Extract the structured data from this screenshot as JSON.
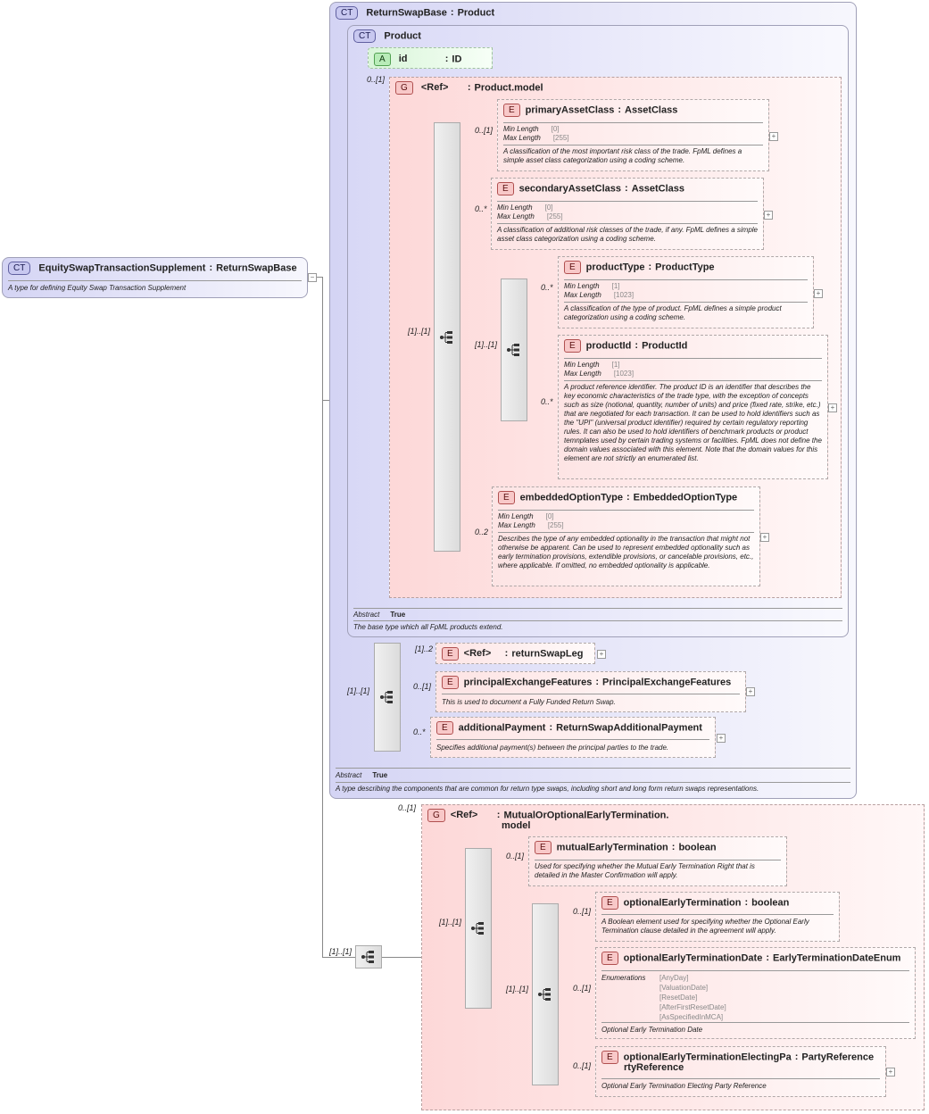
{
  "root": {
    "tag": "CT",
    "name": "EquitySwapTransactionSupplement",
    "type": "ReturnSwapBase",
    "description": "A type for defining Equity Swap Transaction Supplement"
  },
  "returnSwapBase": {
    "tag": "CT",
    "name": "ReturnSwapBase",
    "type": "Product",
    "abstract_label": "Abstract",
    "abstract_value": "True",
    "description": "A type describing the components that are common for return type swaps, including short and long form return swaps representations."
  },
  "product": {
    "tag": "CT",
    "name": "Product",
    "abstract_label": "Abstract",
    "abstract_value": "True",
    "description": "The base type which all FpML products extend."
  },
  "idAttr": {
    "tag": "A",
    "name": "id",
    "type": "ID"
  },
  "productModel": {
    "tag": "G",
    "name": "<Ref>",
    "type": "Product.model",
    "card": "0..[1]"
  },
  "labels": {
    "minLength": "Min Length",
    "maxLength": "Max Length",
    "enumerations": "Enumerations"
  },
  "elements": {
    "primaryAssetClass": {
      "tag": "E",
      "name": "primaryAssetClass",
      "type": "AssetClass",
      "card": "0..[1]",
      "min": "[0]",
      "max": "[255]",
      "description": "A classification of the most important risk class of the trade. FpML defines a simple asset class categorization using a coding scheme."
    },
    "secondaryAssetClass": {
      "tag": "E",
      "name": "secondaryAssetClass",
      "type": "AssetClass",
      "card": "0..*",
      "min": "[0]",
      "max": "[255]",
      "description": "A classification of additional risk classes of the trade, if any. FpML defines a simple asset class categorization using a coding scheme."
    },
    "productType": {
      "tag": "E",
      "name": "productType",
      "type": "ProductType",
      "card": "0..*",
      "min": "[1]",
      "max": "[1023]",
      "description": "A classification of the type of product. FpML defines a simple product categorization using a coding scheme."
    },
    "productId": {
      "tag": "E",
      "name": "productId",
      "type": "ProductId",
      "card": "0..*",
      "min": "[1]",
      "max": "[1023]",
      "description": "A product reference identifier. The product ID is an identifier that describes the key economic characteristics of the trade type, with the exception of concepts such as size (notional, quantity, number of units) and price (fixed rate, strike, etc.) that are negotiated for each transaction. It can be used to hold identifiers such as the \"UPI\" (universal product identifier) required by certain regulatory reporting rules. It can also be used to hold identifiers of benchmark products or product temnplates used by certain trading systems or facilities. FpML does not define the domain values associated with this element. Note that the domain values for this element are not strictly an enumerated list."
    },
    "embeddedOptionType": {
      "tag": "E",
      "name": "embeddedOptionType",
      "type": "EmbeddedOptionType",
      "card": "0..2",
      "min": "[0]",
      "max": "[255]",
      "description": "Describes the type of any embedded optionality in the transaction that might not otherwise be apparent. Can be used to represent embedded optionality such as early termination provisions, extendible provisions, or cancelable provisions, etc., where applicable. If omitted, no embedded optionality is applicable."
    },
    "returnSwapLeg": {
      "tag": "E",
      "name": "<Ref>",
      "type": "returnSwapLeg",
      "card": "[1]..2"
    },
    "principalExchangeFeatures": {
      "tag": "E",
      "name": "principalExchangeFeatures",
      "type": "PrincipalExchangeFeatures",
      "card": "0..[1]",
      "description": "This is used to document a Fully Funded Return Swap."
    },
    "additionalPayment": {
      "tag": "E",
      "name": "additionalPayment",
      "type": "ReturnSwapAdditionalPayment",
      "card": "0..*",
      "description": "Specifies additional payment(s) between the principal parties to the trade."
    },
    "mutualEarlyTermination": {
      "tag": "E",
      "name": "mutualEarlyTermination",
      "type": "boolean",
      "card": "0..[1]",
      "description": "Used for specifying whether the Mutual Early Termination Right that is detailed in the Master Confirmation will apply."
    },
    "optionalEarlyTermination": {
      "tag": "E",
      "name": "optionalEarlyTermination",
      "type": "boolean",
      "card": "0..[1]",
      "description": "A Boolean element used for specifying whether the Optional Early Termination clause detailed in the agreement will apply."
    },
    "optionalEarlyTerminationDate": {
      "tag": "E",
      "name": "optionalEarlyTerminationDate",
      "type": "EarlyTerminationDateEnum",
      "card": "0..[1]",
      "enums": [
        "[AnyDay]",
        "[ValuationDate]",
        "[ResetDate]",
        "[AfterFirstResetDate]",
        "[AsSpecifiedInMCA]"
      ],
      "description": "Optional Early Termination Date"
    },
    "optionalEarlyTerminationElectingPartyReference": {
      "tag": "E",
      "name_line1": "optionalEarlyTerminationElectingPa",
      "name_line2": "rtyReference",
      "type": "PartyReference",
      "card": "0..[1]",
      "description": "Optional Early Termination Electing Party Reference"
    }
  },
  "mutualGroup": {
    "tag": "G",
    "name": "<Ref>",
    "type_line1": "MutualOrOptionalEarlyTermination.",
    "type_line2": "model",
    "card": "0..[1]"
  },
  "cards": {
    "productSeq": "[1]..[1]",
    "innerSeq": "[1]..[1]",
    "rsbSeq": "[1]..[1]",
    "mutualSeq": "[1]..[1]",
    "mutualInner": "[1]..[1]",
    "rootSeq": "[1]..[1]"
  }
}
